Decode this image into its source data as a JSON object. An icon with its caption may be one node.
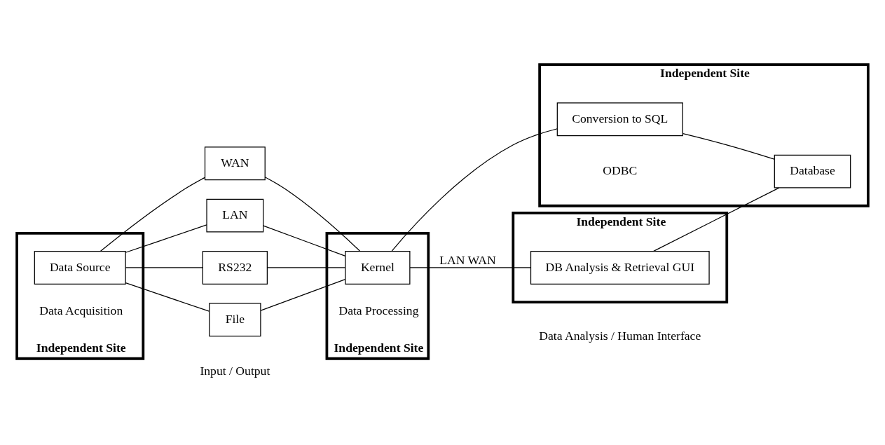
{
  "diagram": {
    "nodes": [
      {
        "text": [
          "Data Acquisition",
          "Independent Site"
        ]
      },
      {
        "text": [
          "Data Source"
        ],
        "in": 0
      },
      {
        "text": [
          "WAN"
        ]
      },
      {
        "text": [
          "LAN"
        ]
      },
      {
        "text": [
          "RS232"
        ]
      },
      {
        "text": [
          "File"
        ]
      },
      {
        "text": [
          "Data Processing",
          "Independent Site"
        ]
      },
      {
        "text": [
          "Kernel"
        ],
        "in": 6
      },
      {
        "text": [
          "Independent Site"
        ]
      },
      {
        "text": [
          "DB Analysis & Retrieval GUI"
        ],
        "in": 8
      },
      {
        "text": [
          "Independent Site"
        ]
      },
      {
        "text": [
          "Database"
        ],
        "in": 10
      },
      {
        "text": [
          "Conversion to SQL"
        ],
        "in": 10
      }
    ],
    "edges": [
      {
        "from": 1,
        "to": 2,
        "arrow": "none"
      },
      {
        "from": 1,
        "to": 3,
        "arrow": "none"
      },
      {
        "from": 1,
        "to": 4,
        "arrow": "none"
      },
      {
        "from": 1,
        "to": 5,
        "arrow": "none"
      },
      {
        "from": 2,
        "to": 7,
        "arrow": "none"
      },
      {
        "from": 3,
        "to": 7,
        "arrow": "none"
      },
      {
        "from": 4,
        "to": 7,
        "arrow": "none"
      },
      {
        "from": 5,
        "to": 7,
        "arrow": "none"
      },
      {
        "from": 7,
        "to": 9,
        "arrow": "none",
        "label": "LAN WAN"
      },
      {
        "from": 7,
        "to": 12,
        "arrow": "none"
      },
      {
        "from": 9,
        "to": 11,
        "arrow": "none"
      },
      {
        "from": 12,
        "to": 11,
        "arrow": "none"
      }
    ],
    "labels": [
      "Input / Output",
      "ODBC",
      "Data Analysis / Human Interface"
    ]
  }
}
